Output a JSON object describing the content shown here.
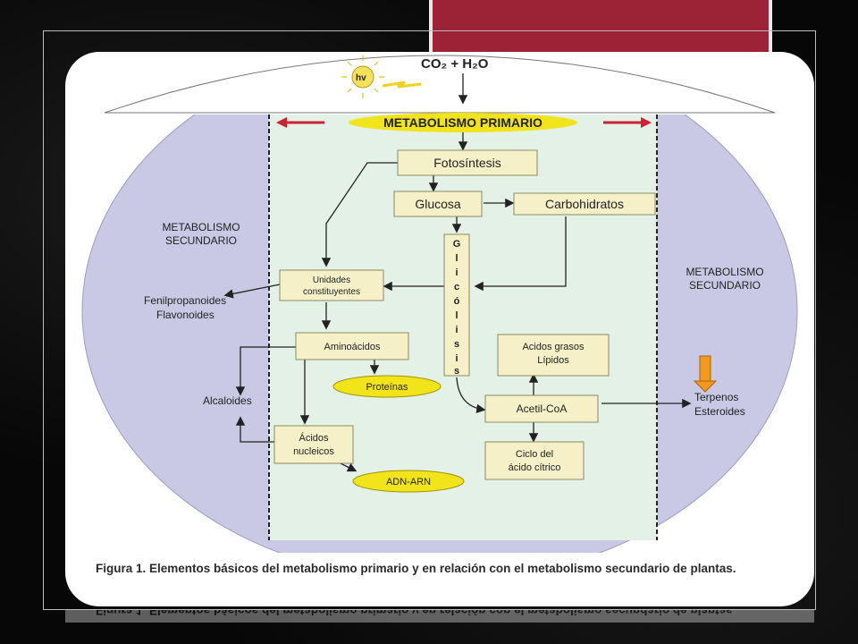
{
  "diagram": {
    "top_input": "CO₂ + H₂O",
    "hv_label": "hv",
    "primary_title": "METABOLISMO PRIMARIO",
    "left_region": [
      "METABOLISMO",
      "SECUNDARIO"
    ],
    "right_region": [
      "METABOLISMO",
      "SECUNDARIO"
    ],
    "nodes": {
      "fotosintesis": "Fotosíntesis",
      "glucosa": "Glucosa",
      "carbohidratos": "Carbohidratos",
      "glicolisis": [
        "G",
        "l",
        "i",
        "c",
        "ó",
        "l",
        "i",
        "s",
        "i",
        "s"
      ],
      "unidades": [
        "Unidades",
        "constituyentes"
      ],
      "aminoacidos": "Aminoácidos",
      "proteinas": "Proteínas",
      "acidos_nucleicos": [
        "Ácidos",
        "nucleicos"
      ],
      "adn_arn": "ADN-ARN",
      "acidos_grasos": [
        "Acidos grasos",
        "Lípidos"
      ],
      "acetil_coa": "Acetil-CoA",
      "ciclo": [
        "Ciclo del",
        "ácido cítrico"
      ]
    },
    "outputs": {
      "fenil": [
        "Fenilpropanoides",
        "Flavonoides"
      ],
      "alcaloides": "Alcaloides",
      "terpenos": [
        "Terpenos",
        "Esteroides"
      ]
    }
  },
  "caption": "Figura 1. Elementos básicos del metabolismo primario y en relación con el metabolismo secundario de plantas.",
  "colors": {
    "accent": "#9b2335",
    "lavender": "#c9c9e6",
    "mint": "#e3f1e6",
    "box_fill": "#f5f0c8",
    "box_stroke": "#8a8a60",
    "ellipse_fill": "#f2e41a",
    "red_arrow": "#cc2233",
    "orange_arrow": "#f39a1e"
  }
}
